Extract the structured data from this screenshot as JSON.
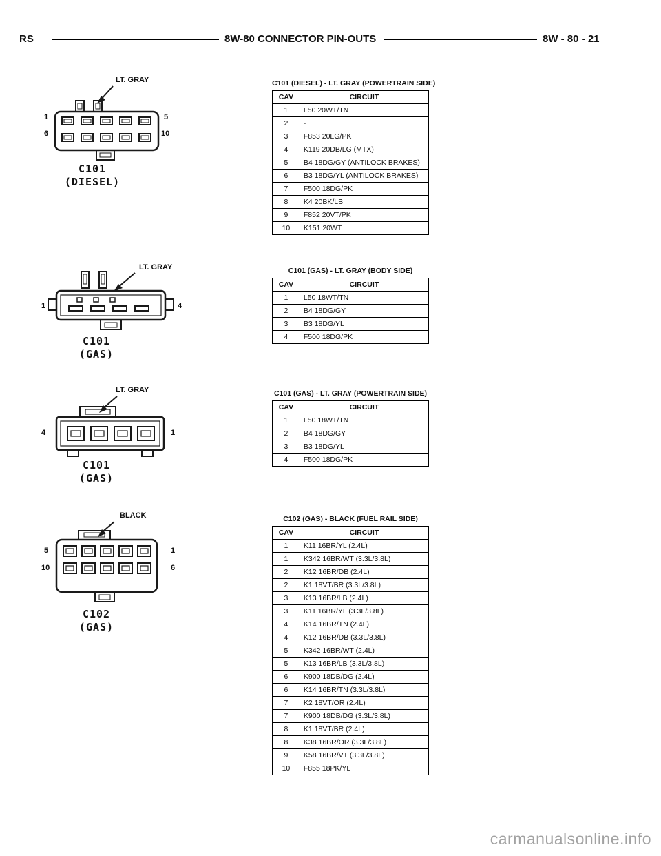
{
  "header": {
    "left": "RS",
    "center": "8W-80 CONNECTOR PIN-OUTS",
    "right": "8W - 80 - 21"
  },
  "watermark": "carmanualsonline.info",
  "sections": [
    {
      "connector": {
        "color_label": "LT. GRAY",
        "name": "C101",
        "variant": "(DIESEL)",
        "pins": [
          "1",
          "5",
          "6",
          "10"
        ]
      },
      "table": {
        "title": "C101 (DIESEL) - LT. GRAY (POWERTRAIN SIDE)",
        "headers": [
          "CAV",
          "CIRCUIT"
        ],
        "rows": [
          [
            "1",
            "L50 20WT/TN"
          ],
          [
            "2",
            "-"
          ],
          [
            "3",
            "F853 20LG/PK"
          ],
          [
            "4",
            "K119 20DB/LG (MTX)"
          ],
          [
            "5",
            "B4 18DG/GY (ANTILOCK BRAKES)"
          ],
          [
            "6",
            "B3 18DG/YL (ANTILOCK BRAKES)"
          ],
          [
            "7",
            "F500 18DG/PK"
          ],
          [
            "8",
            "K4 20BK/LB"
          ],
          [
            "9",
            "F852 20VT/PK"
          ],
          [
            "10",
            "K151 20WT"
          ]
        ]
      }
    },
    {
      "connector": {
        "color_label": "LT. GRAY",
        "name": "C101",
        "variant": "(GAS)",
        "pins": [
          "1",
          "4"
        ]
      },
      "table": {
        "title": "C101 (GAS) - LT. GRAY (BODY SIDE)",
        "headers": [
          "CAV",
          "CIRCUIT"
        ],
        "rows": [
          [
            "1",
            "L50 18WT/TN"
          ],
          [
            "2",
            "B4 18DG/GY"
          ],
          [
            "3",
            "B3 18DG/YL"
          ],
          [
            "4",
            "F500 18DG/PK"
          ]
        ]
      }
    },
    {
      "connector": {
        "color_label": "LT. GRAY",
        "name": "C101",
        "variant": "(GAS)",
        "pins": [
          "4",
          "1"
        ]
      },
      "table": {
        "title": "C101 (GAS) - LT. GRAY (POWERTRAIN SIDE)",
        "headers": [
          "CAV",
          "CIRCUIT"
        ],
        "rows": [
          [
            "1",
            "L50 18WT/TN"
          ],
          [
            "2",
            "B4 18DG/GY"
          ],
          [
            "3",
            "B3 18DG/YL"
          ],
          [
            "4",
            "F500 18DG/PK"
          ]
        ]
      }
    },
    {
      "connector": {
        "color_label": "BLACK",
        "name": "C102",
        "variant": "(GAS)",
        "pins": [
          "5",
          "1",
          "10",
          "6"
        ]
      },
      "table": {
        "title": "C102 (GAS) - BLACK (FUEL RAIL SIDE)",
        "headers": [
          "CAV",
          "CIRCUIT"
        ],
        "rows": [
          [
            "1",
            "K11 16BR/YL (2.4L)"
          ],
          [
            "1",
            "K342 16BR/WT (3.3L/3.8L)"
          ],
          [
            "2",
            "K12 16BR/DB (2.4L)"
          ],
          [
            "2",
            "K1 18VT/BR (3.3L/3.8L)"
          ],
          [
            "3",
            "K13 16BR/LB (2.4L)"
          ],
          [
            "3",
            "K11 16BR/YL (3.3L/3.8L)"
          ],
          [
            "4",
            "K14 16BR/TN (2.4L)"
          ],
          [
            "4",
            "K12 16BR/DB (3.3L/3.8L)"
          ],
          [
            "5",
            "K342 16BR/WT (2.4L)"
          ],
          [
            "5",
            "K13 16BR/LB (3.3L/3.8L)"
          ],
          [
            "6",
            "K900 18DB/DG (2.4L)"
          ],
          [
            "6",
            "K14 16BR/TN (3.3L/3.8L)"
          ],
          [
            "7",
            "K2 18VT/OR (2.4L)"
          ],
          [
            "7",
            "K900 18DB/DG (3.3L/3.8L)"
          ],
          [
            "8",
            "K1 18VT/BR (2.4L)"
          ],
          [
            "8",
            "K38 16BR/OR (3.3L/3.8L)"
          ],
          [
            "9",
            "K58 16BR/VT (3.3L/3.8L)"
          ],
          [
            "10",
            "F855 18PK/YL"
          ]
        ]
      }
    }
  ]
}
